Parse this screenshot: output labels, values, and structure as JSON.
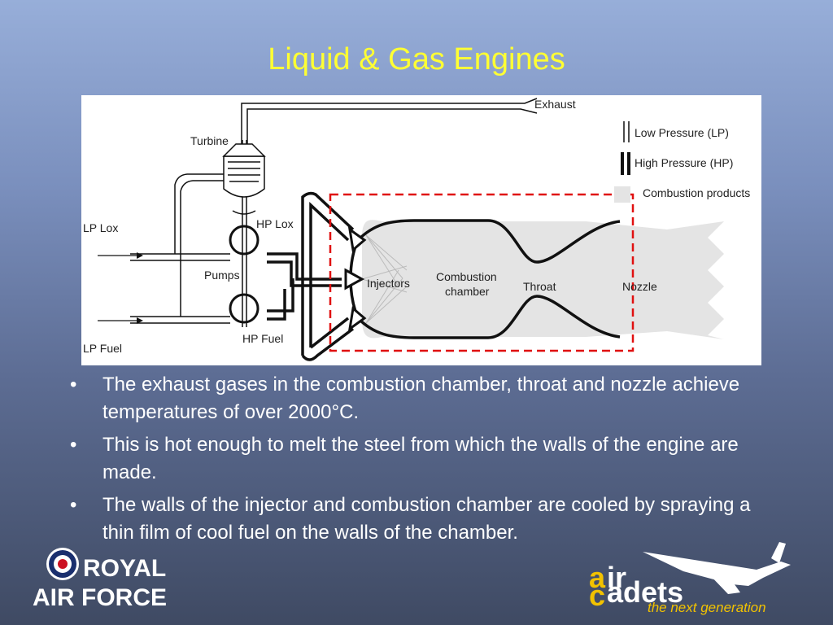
{
  "title": "Liquid & Gas Engines",
  "diagram": {
    "labels": {
      "exhaust": "Exhaust",
      "turbine": "Turbine",
      "lp_lox": "LP Lox",
      "hp_lox": "HP Lox",
      "pumps": "Pumps",
      "hp_fuel": "HP Fuel",
      "lp_fuel": "LP Fuel",
      "injectors": "Injectors",
      "combustion_line1": "Combustion",
      "combustion_line2": "chamber",
      "throat": "Throat",
      "nozzle": "Nozzle"
    },
    "legend": {
      "low_pressure": "Low Pressure (LP)",
      "high_pressure": "High  Pressure (HP)",
      "combustion_products": "Combustion products"
    },
    "colors": {
      "highlight_box": "#e01010",
      "combustion_fill": "#e4e4e4",
      "pipe": "#111111"
    }
  },
  "bullets": [
    "The exhaust gases in the combustion chamber, throat and nozzle achieve temperatures of over 2000°C.",
    "This is hot enough to melt the steel from which the walls of the engine are made.",
    "The walls of the injector and combustion chamber are cooled by spraying a thin film of cool fuel on the walls of the chamber."
  ],
  "bullet_marker": "•",
  "logos": {
    "raf_line1": "ROYAL",
    "raf_line2": "AIR FORCE",
    "cadets_air_a": "a",
    "cadets_air_rest": "ir",
    "cadets_c": "c",
    "cadets_rest": "adets",
    "cadets_tagline": "the next generation"
  }
}
